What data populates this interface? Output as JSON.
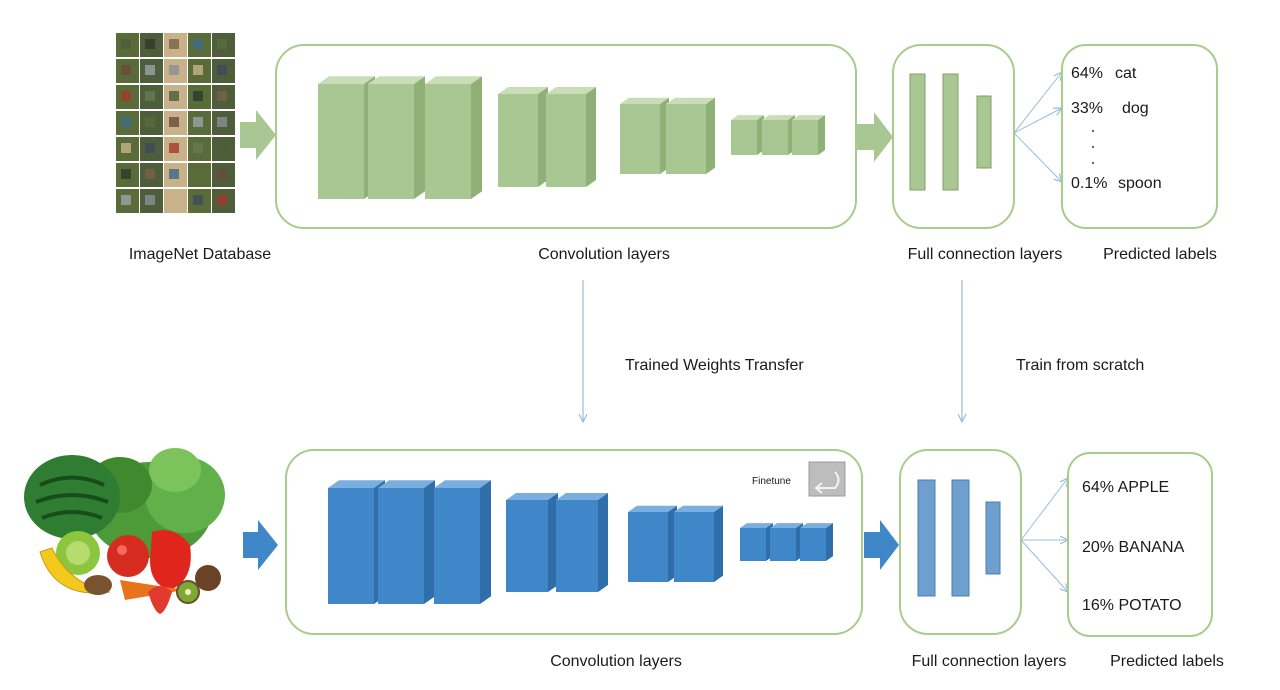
{
  "top": {
    "source_label": "ImageNet Database",
    "conv_label": "Convolution layers",
    "fc_label": "Full connection layers",
    "pred_label": "Predicted labels",
    "predictions": [
      {
        "pct": "64%",
        "name": "cat"
      },
      {
        "pct": "33%",
        "name": "dog"
      },
      {
        "pct": "0.1%",
        "name": "spoon"
      }
    ],
    "ellipsis": ". . ."
  },
  "transfer": {
    "weights_label": "Trained Weights Transfer",
    "scratch_label": "Train from scratch"
  },
  "bottom": {
    "finetune_label": "Finetune",
    "conv_label": "Convolution layers",
    "fc_label": "Full connection layers",
    "pred_label": "Predicted labels",
    "predictions": [
      {
        "text": "64% APPLE"
      },
      {
        "text": "20% BANANA"
      },
      {
        "text": "16% POTATO"
      }
    ]
  },
  "colors": {
    "green_face": "#a9c793",
    "green_side": "#8fb077",
    "green_top": "#c9ddb6",
    "green_border": "#a8cc8c",
    "blue_face": "#3f87c9",
    "blue_side": "#2f6ea8",
    "blue_top": "#79aede",
    "arrow_line": "#9bbcd8"
  }
}
